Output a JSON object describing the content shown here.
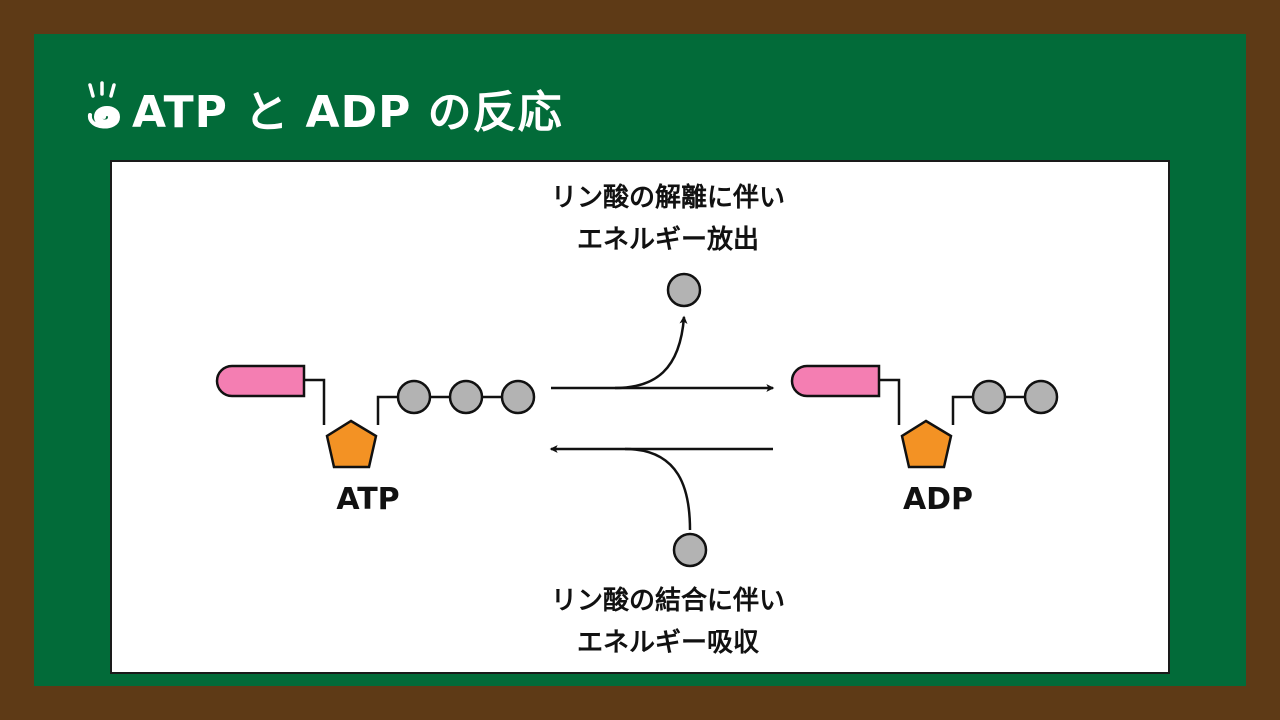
{
  "title": "ATP と ADP の反応",
  "colors": {
    "frame": "#5e3a16",
    "board": "#026b39",
    "adenine": "#f47eb2",
    "ribose": "#f39224",
    "phosphate": "#b3b3b3"
  },
  "atp": {
    "label": "ATP",
    "phosphate_count": 3
  },
  "adp": {
    "label": "ADP",
    "phosphate_count": 2
  },
  "release": {
    "line1": "リン酸の解離に伴い",
    "line2": "エネルギー放出"
  },
  "absorb": {
    "line1": "リン酸の結合に伴い",
    "line2": "エネルギー吸収"
  },
  "icons": [
    "snail-icon"
  ]
}
